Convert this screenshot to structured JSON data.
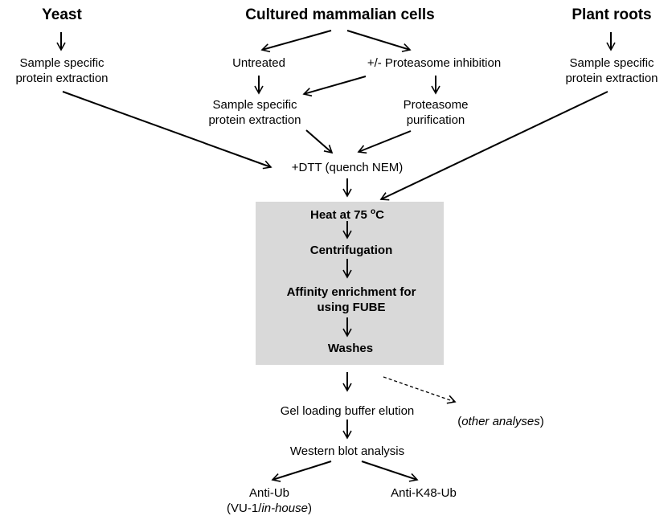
{
  "sources": {
    "yeast": "Yeast",
    "mammalian": "Cultured mammalian cells",
    "plant": "Plant roots"
  },
  "yeast_branch": {
    "extraction_1": "Sample specific",
    "extraction_2": "protein extraction"
  },
  "plant_branch": {
    "extraction_1": "Sample specific",
    "extraction_2": "protein extraction"
  },
  "mammalian_branch": {
    "untreated": "Untreated",
    "inhibition": "+/- Proteasome inhibition",
    "extraction_1": "Sample specific",
    "extraction_2": "protein extraction",
    "purification_1": "Proteasome",
    "purification_2": "purification"
  },
  "dtt_step": "+DTT (quench NEM)",
  "box_steps": {
    "heat_prefix": "Heat at 75 ",
    "heat_sup": "o",
    "heat_suffix": "C",
    "centrifugation": "Centrifugation",
    "affinity_1": "Affinity enrichment for",
    "affinity_2": "using FUBE",
    "washes": "Washes"
  },
  "elution": "Gel loading buffer elution",
  "other": {
    "open": "(",
    "italic": "other analyses",
    "close": ")"
  },
  "western": "Western blot analysis",
  "antibodies": {
    "anti_ub": "Anti-Ub",
    "anti_ub_sub_prefix": "(VU-1/",
    "anti_ub_sub_italic": "in-house",
    "anti_ub_sub_suffix": ")",
    "anti_k48": "Anti-K48-Ub"
  }
}
